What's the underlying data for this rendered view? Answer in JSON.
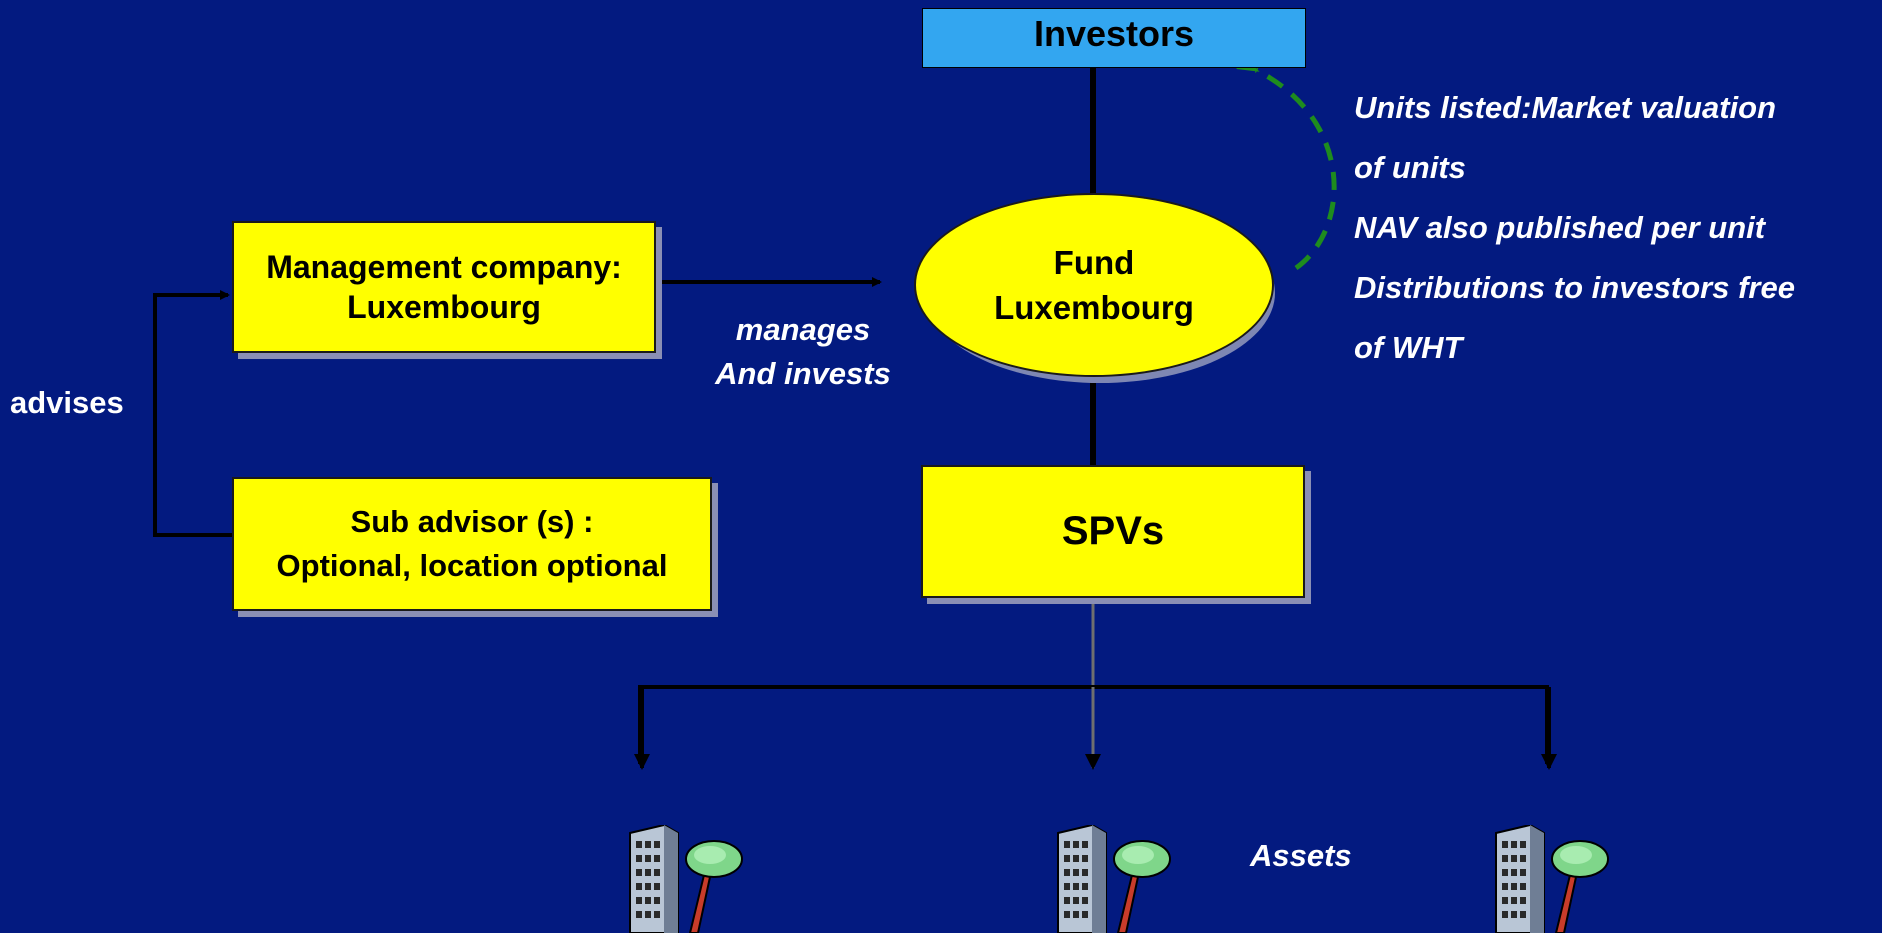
{
  "nodes": {
    "investors": "Investors",
    "management": "Management company:\nLuxembourg",
    "sub_advisor": "Sub advisor (s) :\nOptional, location optional",
    "fund": "Fund\nLuxembourg",
    "spvs": "SPVs"
  },
  "edge_labels": {
    "advises": "advises",
    "manages": "manages\nAnd invests",
    "assets": "Assets"
  },
  "notes": "Units listed:Market valuation\nof units\nNAV also published per unit\nDistributions to investors free\nof WHT",
  "icons": [
    "building-tree-icon",
    "building-tree-icon",
    "building-tree-icon"
  ],
  "colors": {
    "background": "#031a80",
    "box_fill": "#ffff00",
    "investors_fill": "#33a6f0",
    "dashed_arrow": "#1e8c1e"
  }
}
